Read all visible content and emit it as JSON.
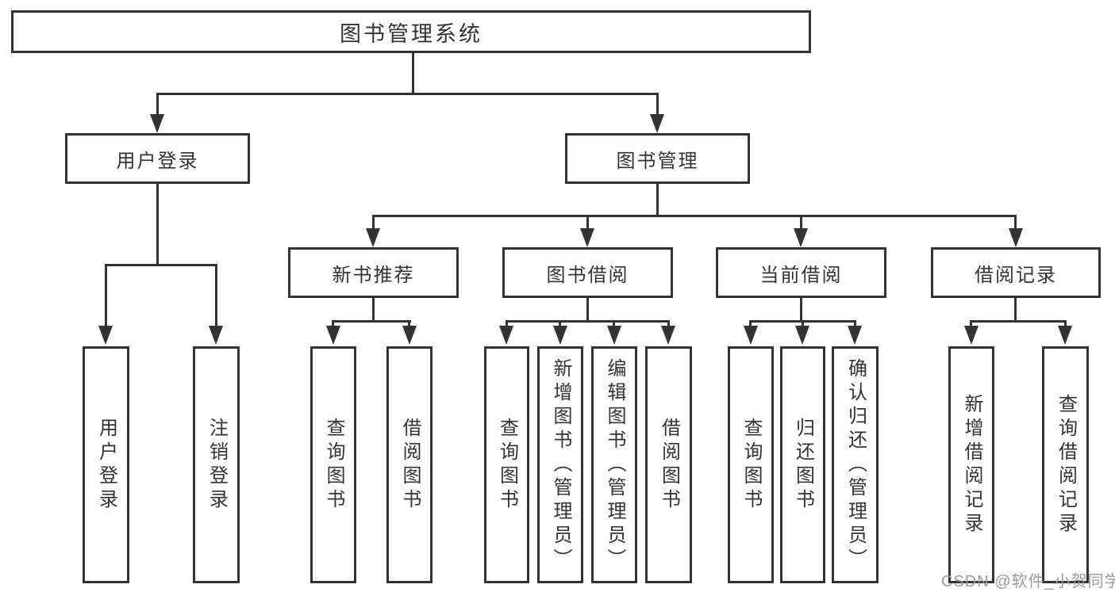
{
  "tree": {
    "root": {
      "label": "图书管理系统"
    },
    "level2": [
      {
        "label": "用户登录"
      },
      {
        "label": "图书管理"
      }
    ],
    "branches": [
      {
        "label": "新书推荐"
      },
      {
        "label": "图书借阅"
      },
      {
        "label": "当前借阅"
      },
      {
        "label": "借阅记录"
      }
    ],
    "leaves": {
      "user_login": [
        "用户登录",
        "注销登录"
      ],
      "new_books": [
        "查询图书",
        "借阅图书"
      ],
      "book_borrow": [
        "查询图书",
        "新增图书（管理员）",
        "编辑图书（管理员）",
        "借阅图书"
      ],
      "current_borrow": [
        "查询图书",
        "归还图书",
        "确认归还（管理员）"
      ],
      "borrow_records": [
        "新增借阅记录",
        "查询借阅记录"
      ]
    }
  },
  "watermark": {
    "text": "CSDN @软件_小贺同学"
  },
  "colors": {
    "line": "#333333",
    "text": "#333333",
    "watermark": "#9b9b9b",
    "background": "#ffffff"
  }
}
